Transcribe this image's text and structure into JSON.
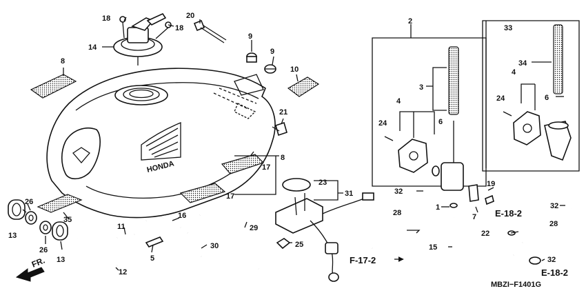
{
  "diagram": {
    "footer_code": "MBZI−F1401G",
    "direction_label": "FR.",
    "callouts": [
      {
        "id": "c2",
        "text": "2"
      },
      {
        "id": "c3",
        "text": "3"
      },
      {
        "id": "c4a",
        "text": "4"
      },
      {
        "id": "c4b",
        "text": "4"
      },
      {
        "id": "c5",
        "text": "5"
      },
      {
        "id": "c6a",
        "text": "6"
      },
      {
        "id": "c6b",
        "text": "6"
      },
      {
        "id": "c7",
        "text": "7"
      },
      {
        "id": "c8a",
        "text": "8"
      },
      {
        "id": "c8b",
        "text": "8"
      },
      {
        "id": "c9a",
        "text": "9"
      },
      {
        "id": "c9b",
        "text": "9"
      },
      {
        "id": "c10",
        "text": "10"
      },
      {
        "id": "c11",
        "text": "11"
      },
      {
        "id": "c12",
        "text": "12"
      },
      {
        "id": "c13a",
        "text": "13"
      },
      {
        "id": "c13b",
        "text": "13"
      },
      {
        "id": "c14",
        "text": "14"
      },
      {
        "id": "c15",
        "text": "15"
      },
      {
        "id": "c16",
        "text": "16"
      },
      {
        "id": "c17a",
        "text": "17"
      },
      {
        "id": "c17b",
        "text": "17"
      },
      {
        "id": "c18a",
        "text": "18"
      },
      {
        "id": "c18b",
        "text": "18"
      },
      {
        "id": "c19",
        "text": "19"
      },
      {
        "id": "c20",
        "text": "20"
      },
      {
        "id": "c21",
        "text": "21"
      },
      {
        "id": "c22",
        "text": "22"
      },
      {
        "id": "c23",
        "text": "23"
      },
      {
        "id": "c24a",
        "text": "24"
      },
      {
        "id": "c24b",
        "text": "24"
      },
      {
        "id": "c25",
        "text": "25"
      },
      {
        "id": "c26a",
        "text": "26"
      },
      {
        "id": "c26b",
        "text": "26"
      },
      {
        "id": "c28a",
        "text": "28"
      },
      {
        "id": "c28b",
        "text": "28"
      },
      {
        "id": "c29",
        "text": "29"
      },
      {
        "id": "c30",
        "text": "30"
      },
      {
        "id": "c31",
        "text": "31"
      },
      {
        "id": "c32a",
        "text": "32"
      },
      {
        "id": "c32b",
        "text": "32"
      },
      {
        "id": "c32c",
        "text": "32"
      },
      {
        "id": "c33",
        "text": "33"
      },
      {
        "id": "c34",
        "text": "34"
      },
      {
        "id": "c35",
        "text": "35"
      },
      {
        "id": "c1",
        "text": "1"
      }
    ],
    "references": [
      {
        "id": "r1",
        "text": "E-18-2"
      },
      {
        "id": "r2",
        "text": "F-17-2"
      },
      {
        "id": "r3",
        "text": "E-18-2"
      }
    ],
    "brand_mark": "HONDA"
  }
}
